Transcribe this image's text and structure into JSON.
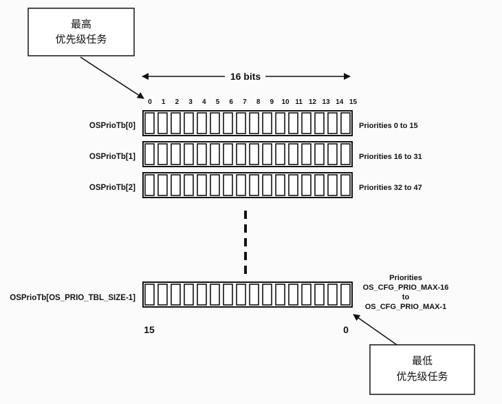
{
  "top_note": {
    "line1": "最高",
    "line2": "优先级任务"
  },
  "bottom_note": {
    "line1": "最低",
    "line2": "优先级任务"
  },
  "width_label": "16 bits",
  "bit_indices": [
    "0",
    "1",
    "2",
    "3",
    "4",
    "5",
    "6",
    "7",
    "8",
    "9",
    "10",
    "11",
    "12",
    "13",
    "14",
    "15"
  ],
  "rows": [
    {
      "name": "OSPrioTb[0]",
      "priorities": "Priorities 0 to 15"
    },
    {
      "name": "OSPrioTb[1]",
      "priorities": "Priorities 16 to 31"
    },
    {
      "name": "OSPrioTb[2]",
      "priorities": "Priorities 32 to 47"
    }
  ],
  "last_row": {
    "name": "OSPrioTb[OS_PRIO_TBL_SIZE-1]",
    "priorities": [
      "Priorities",
      "OS_CFG_PRIO_MAX-16",
      "to",
      "OS_CFG_PRIO_MAX-1"
    ]
  },
  "bottom_left_index": "15",
  "bottom_right_index": "0"
}
